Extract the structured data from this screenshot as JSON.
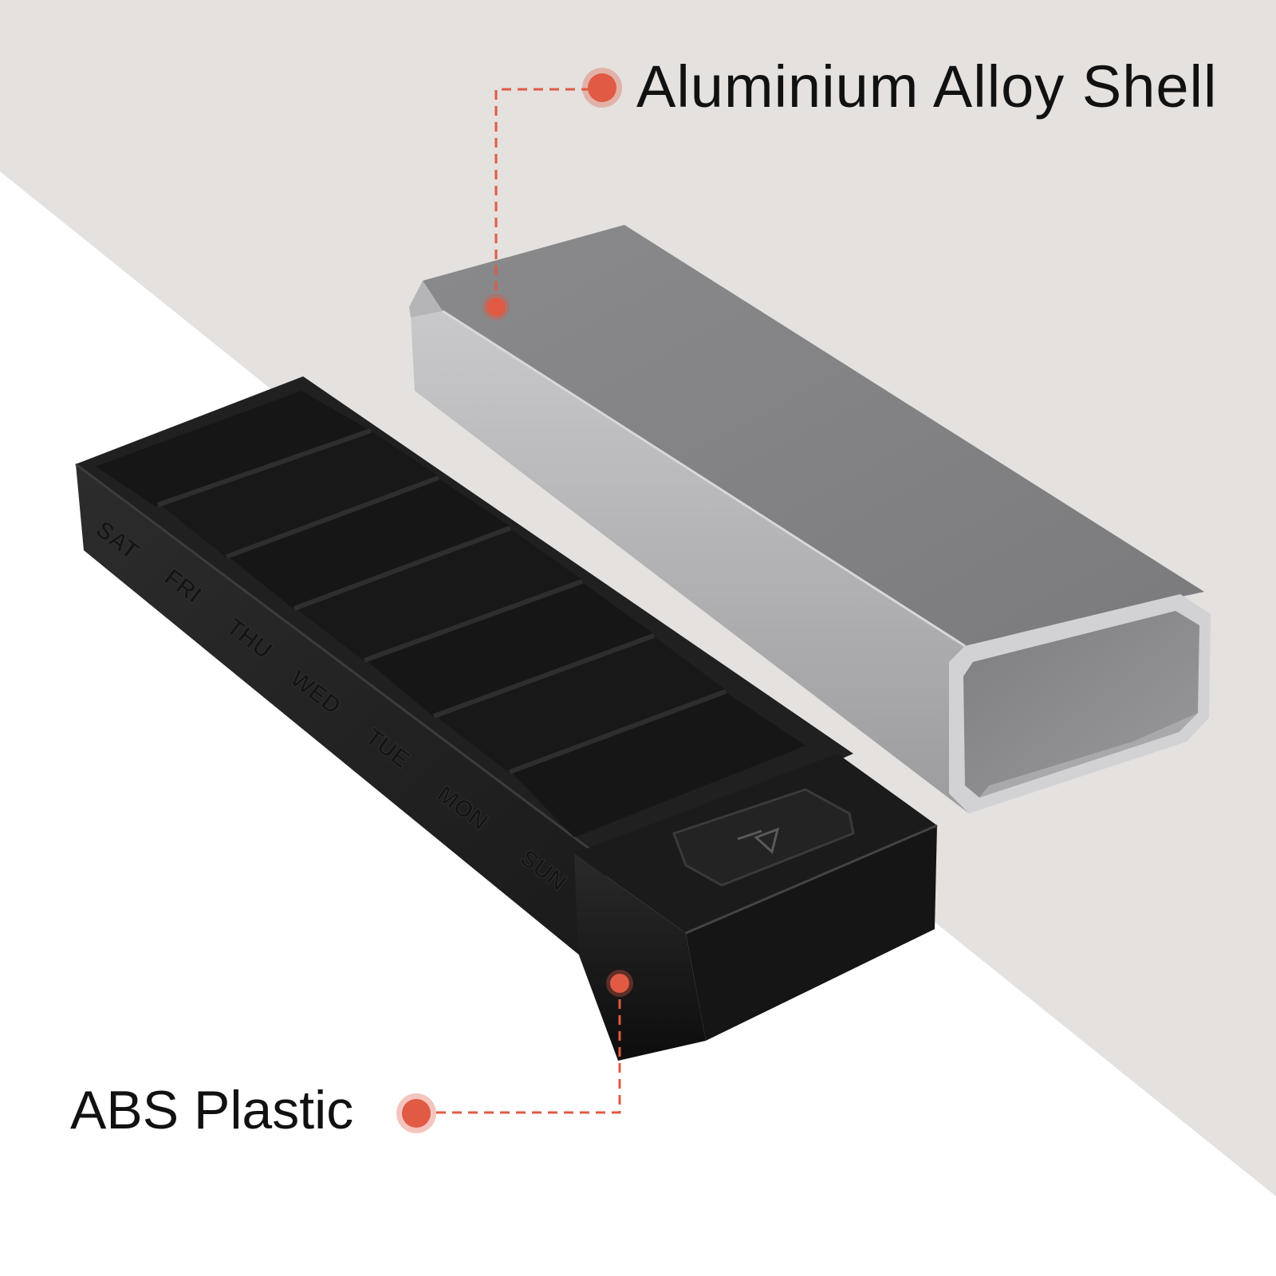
{
  "callouts": {
    "top": {
      "label": "Aluminium Alloy Shell"
    },
    "bottom": {
      "label": "ABS Plastic"
    }
  },
  "pill_box": {
    "days": [
      "SAT",
      "FRI",
      "THU",
      "WED",
      "TUE",
      "MON",
      "SUN"
    ]
  },
  "colors": {
    "accent": "#e05a44",
    "background_top": "#e4e1de",
    "background_bottom": "#ffffff",
    "shell": "#8f8f91",
    "plastic": "#1c1c1c",
    "text": "#111111"
  }
}
